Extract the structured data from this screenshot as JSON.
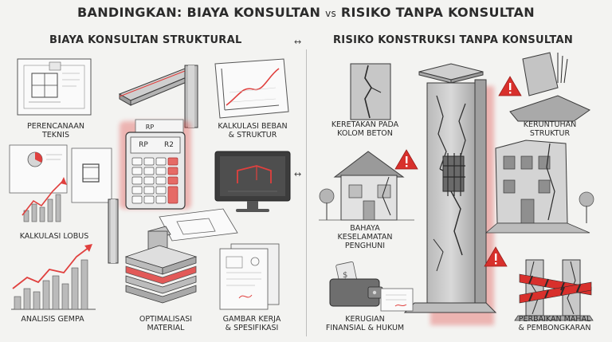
{
  "header": {
    "title_left": "BANDINGKAN: BIAYA KONSULTAN",
    "title_vs": "vs",
    "title_right": "RISIKO TANPA KONSULTAN"
  },
  "left_panel": {
    "subtitle": "BIAYA KONSULTAN STRUKTURAL",
    "items": [
      {
        "line1": "PERENCANAAN",
        "line2": "TEKNIS"
      },
      {
        "line1": "KALKULASI BEBAN",
        "line2": "& STRUKTUR"
      },
      {
        "line1": "KALKULASI LOBUS",
        "line2": ""
      },
      {
        "line1": "ANALISIS GEMPA",
        "line2": ""
      },
      {
        "line1": "OPTIMALISASI",
        "line2": "MATERIAL"
      },
      {
        "line1": "GAMBAR KERJA",
        "line2": "& SPESIFIKASI"
      }
    ],
    "calculator": {
      "label_top": "RP",
      "display_left": "RP",
      "display_right": "R2"
    }
  },
  "right_panel": {
    "subtitle": "RISIKO KONSTRUKSI TANPA KONSULTAN",
    "items": [
      {
        "line1": "KERETAKAN PADA",
        "line2": "KOLOM BETON",
        "line3": ""
      },
      {
        "line1": "KERUNTUHAN",
        "line2": "STRUKTUR",
        "line3": ""
      },
      {
        "line1": "BAHAYA",
        "line2": "KESELAMATAN",
        "line3": "PENGHUNI"
      },
      {
        "line1": "KERUGIAN",
        "line2": "FINANSIAL & HUKUM",
        "line3": ""
      },
      {
        "line1": "PERBAIKAN MAHAL",
        "line2": "& PEMBONGKARAN",
        "line3": ""
      }
    ]
  },
  "arrows": {
    "symbol": "↔"
  },
  "colors": {
    "accent_red": "#e0403e",
    "warning_red": "#d8302c",
    "concrete_gray": "#c9c9c9",
    "line_dark": "#3a3a3a",
    "background": "#f3f3f1"
  },
  "icons": [
    "blueprint-icon",
    "steel-beam-icon",
    "load-graph-icon",
    "calculator-icon",
    "bar-chart-icon",
    "monitor-icon",
    "steel-column-icon",
    "material-stack-icon",
    "document-icon",
    "cracked-column-icon",
    "warning-icon",
    "collapsed-building-icon",
    "house-icon",
    "wallet-icon",
    "barrier-tape-icon"
  ]
}
